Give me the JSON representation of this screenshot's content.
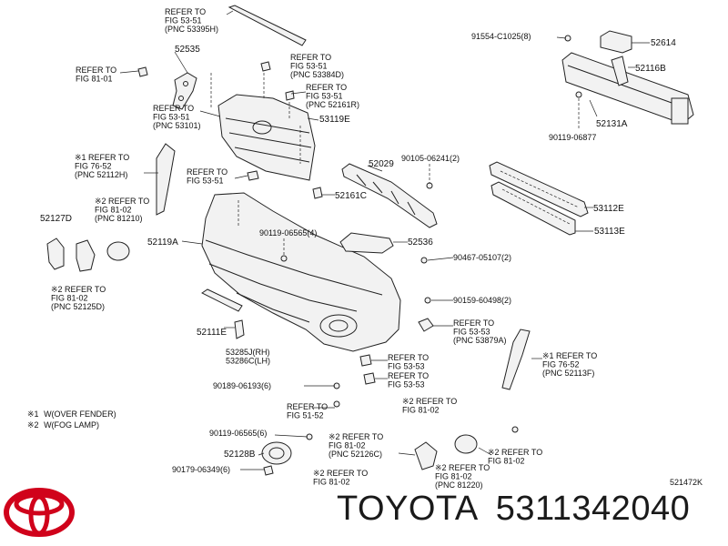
{
  "brand": {
    "name": "TOYOTA",
    "part_number": "5311342040",
    "logo_color": "#d0021b",
    "logo": "toyota-logo"
  },
  "diagram_code": "521472K",
  "legend": [
    {
      "mark": "※1",
      "text": "W(OVER FENDER)"
    },
    {
      "mark": "※2",
      "text": "W(FOG LAMP)"
    }
  ],
  "callouts": [
    {
      "id": "refer-53395h",
      "lines": [
        "REFER TO",
        "FIG 53-51",
        "(PNC 53395H)"
      ]
    },
    {
      "id": "num-52535",
      "lines": [
        "52535"
      ]
    },
    {
      "id": "refer-fig8101",
      "lines": [
        "REFER TO",
        "FIG 81-01"
      ]
    },
    {
      "id": "refer-53384d",
      "lines": [
        "REFER TO",
        "FIG 53-51",
        "(PNC 53384D)"
      ]
    },
    {
      "id": "refer-52161r",
      "lines": [
        "REFER TO",
        "FIG 53-51",
        "(PNC 52161R)"
      ]
    },
    {
      "id": "refer-53101",
      "lines": [
        "REFER TO",
        "FIG 53-51",
        "(PNC 53101)"
      ]
    },
    {
      "id": "num-53119e",
      "lines": [
        "53119E"
      ]
    },
    {
      "id": "refer-52112h",
      "lines": [
        "※1 REFER TO",
        "FIG 76-52",
        "(PNC 52112H)"
      ]
    },
    {
      "id": "refer-fig5351",
      "lines": [
        "REFER TO",
        "FIG 53-51"
      ]
    },
    {
      "id": "num-91554",
      "lines": [
        "91554-C1025(8)"
      ]
    },
    {
      "id": "num-52614",
      "lines": [
        "52614"
      ]
    },
    {
      "id": "num-52116b",
      "lines": [
        "52116B"
      ]
    },
    {
      "id": "num-52131a",
      "lines": [
        "52131A"
      ]
    },
    {
      "id": "num-90119-06877",
      "lines": [
        "90119-06877"
      ]
    },
    {
      "id": "num-52029",
      "lines": [
        "52029"
      ]
    },
    {
      "id": "num-90105",
      "lines": [
        "90105-06241(2)"
      ]
    },
    {
      "id": "num-52161c",
      "lines": [
        "52161C"
      ]
    },
    {
      "id": "num-53112e",
      "lines": [
        "53112E"
      ]
    },
    {
      "id": "num-53113e",
      "lines": [
        "53113E"
      ]
    },
    {
      "id": "refer-81210",
      "lines": [
        "※2 REFER TO",
        "FIG 81-02",
        "(PNC 81210)"
      ]
    },
    {
      "id": "num-52127d",
      "lines": [
        "52127D"
      ]
    },
    {
      "id": "num-52119a",
      "lines": [
        "52119A"
      ]
    },
    {
      "id": "num-90119-06565-4",
      "lines": [
        "90119-06565(4)"
      ]
    },
    {
      "id": "num-52536",
      "lines": [
        "52536"
      ]
    },
    {
      "id": "num-90467",
      "lines": [
        "90467-05107(2)"
      ]
    },
    {
      "id": "refer-52125d",
      "lines": [
        "※2 REFER TO",
        "FIG 81-02",
        "(PNC 52125D)"
      ]
    },
    {
      "id": "num-90159",
      "lines": [
        "90159-60498(2)"
      ]
    },
    {
      "id": "num-52111e",
      "lines": [
        "52111E"
      ]
    },
    {
      "id": "refer-53879a",
      "lines": [
        "REFER TO",
        "FIG 53-53",
        "(PNC 53879A)"
      ]
    },
    {
      "id": "num-53285j",
      "lines": [
        "53285J(RH)",
        "53286C(LH)"
      ]
    },
    {
      "id": "refer-fig5353-a",
      "lines": [
        "REFER TO",
        "FIG 53-53"
      ]
    },
    {
      "id": "refer-fig5353-b",
      "lines": [
        "REFER TO",
        "FIG 53-53"
      ]
    },
    {
      "id": "refer-52113f",
      "lines": [
        "※1 REFER TO",
        "FIG 76-52",
        "(PNC 52113F)"
      ]
    },
    {
      "id": "num-90189",
      "lines": [
        "90189-06193(6)"
      ]
    },
    {
      "id": "refer-fig8102-top",
      "lines": [
        "※2 REFER TO",
        "FIG 81-02"
      ]
    },
    {
      "id": "refer-fig5152",
      "lines": [
        "REFER TO",
        "FIG 51-52"
      ]
    },
    {
      "id": "num-90119-06565-6",
      "lines": [
        "90119-06565(6)"
      ]
    },
    {
      "id": "refer-52126c",
      "lines": [
        "※2 REFER TO",
        "FIG 81-02",
        "(PNC 52126C)"
      ]
    },
    {
      "id": "refer-fig8102-right",
      "lines": [
        "※2 REFER TO",
        "FIG 81-02"
      ]
    },
    {
      "id": "num-52128b",
      "lines": [
        "52128B"
      ]
    },
    {
      "id": "num-90179",
      "lines": [
        "90179-06349(6)"
      ]
    },
    {
      "id": "refer-fig8102-bottom",
      "lines": [
        "※2 REFER TO",
        "FIG 81-02"
      ]
    },
    {
      "id": "refer-81220",
      "lines": [
        "※2 REFER TO",
        "FIG 81-02",
        "(PNC 81220)"
      ]
    }
  ]
}
